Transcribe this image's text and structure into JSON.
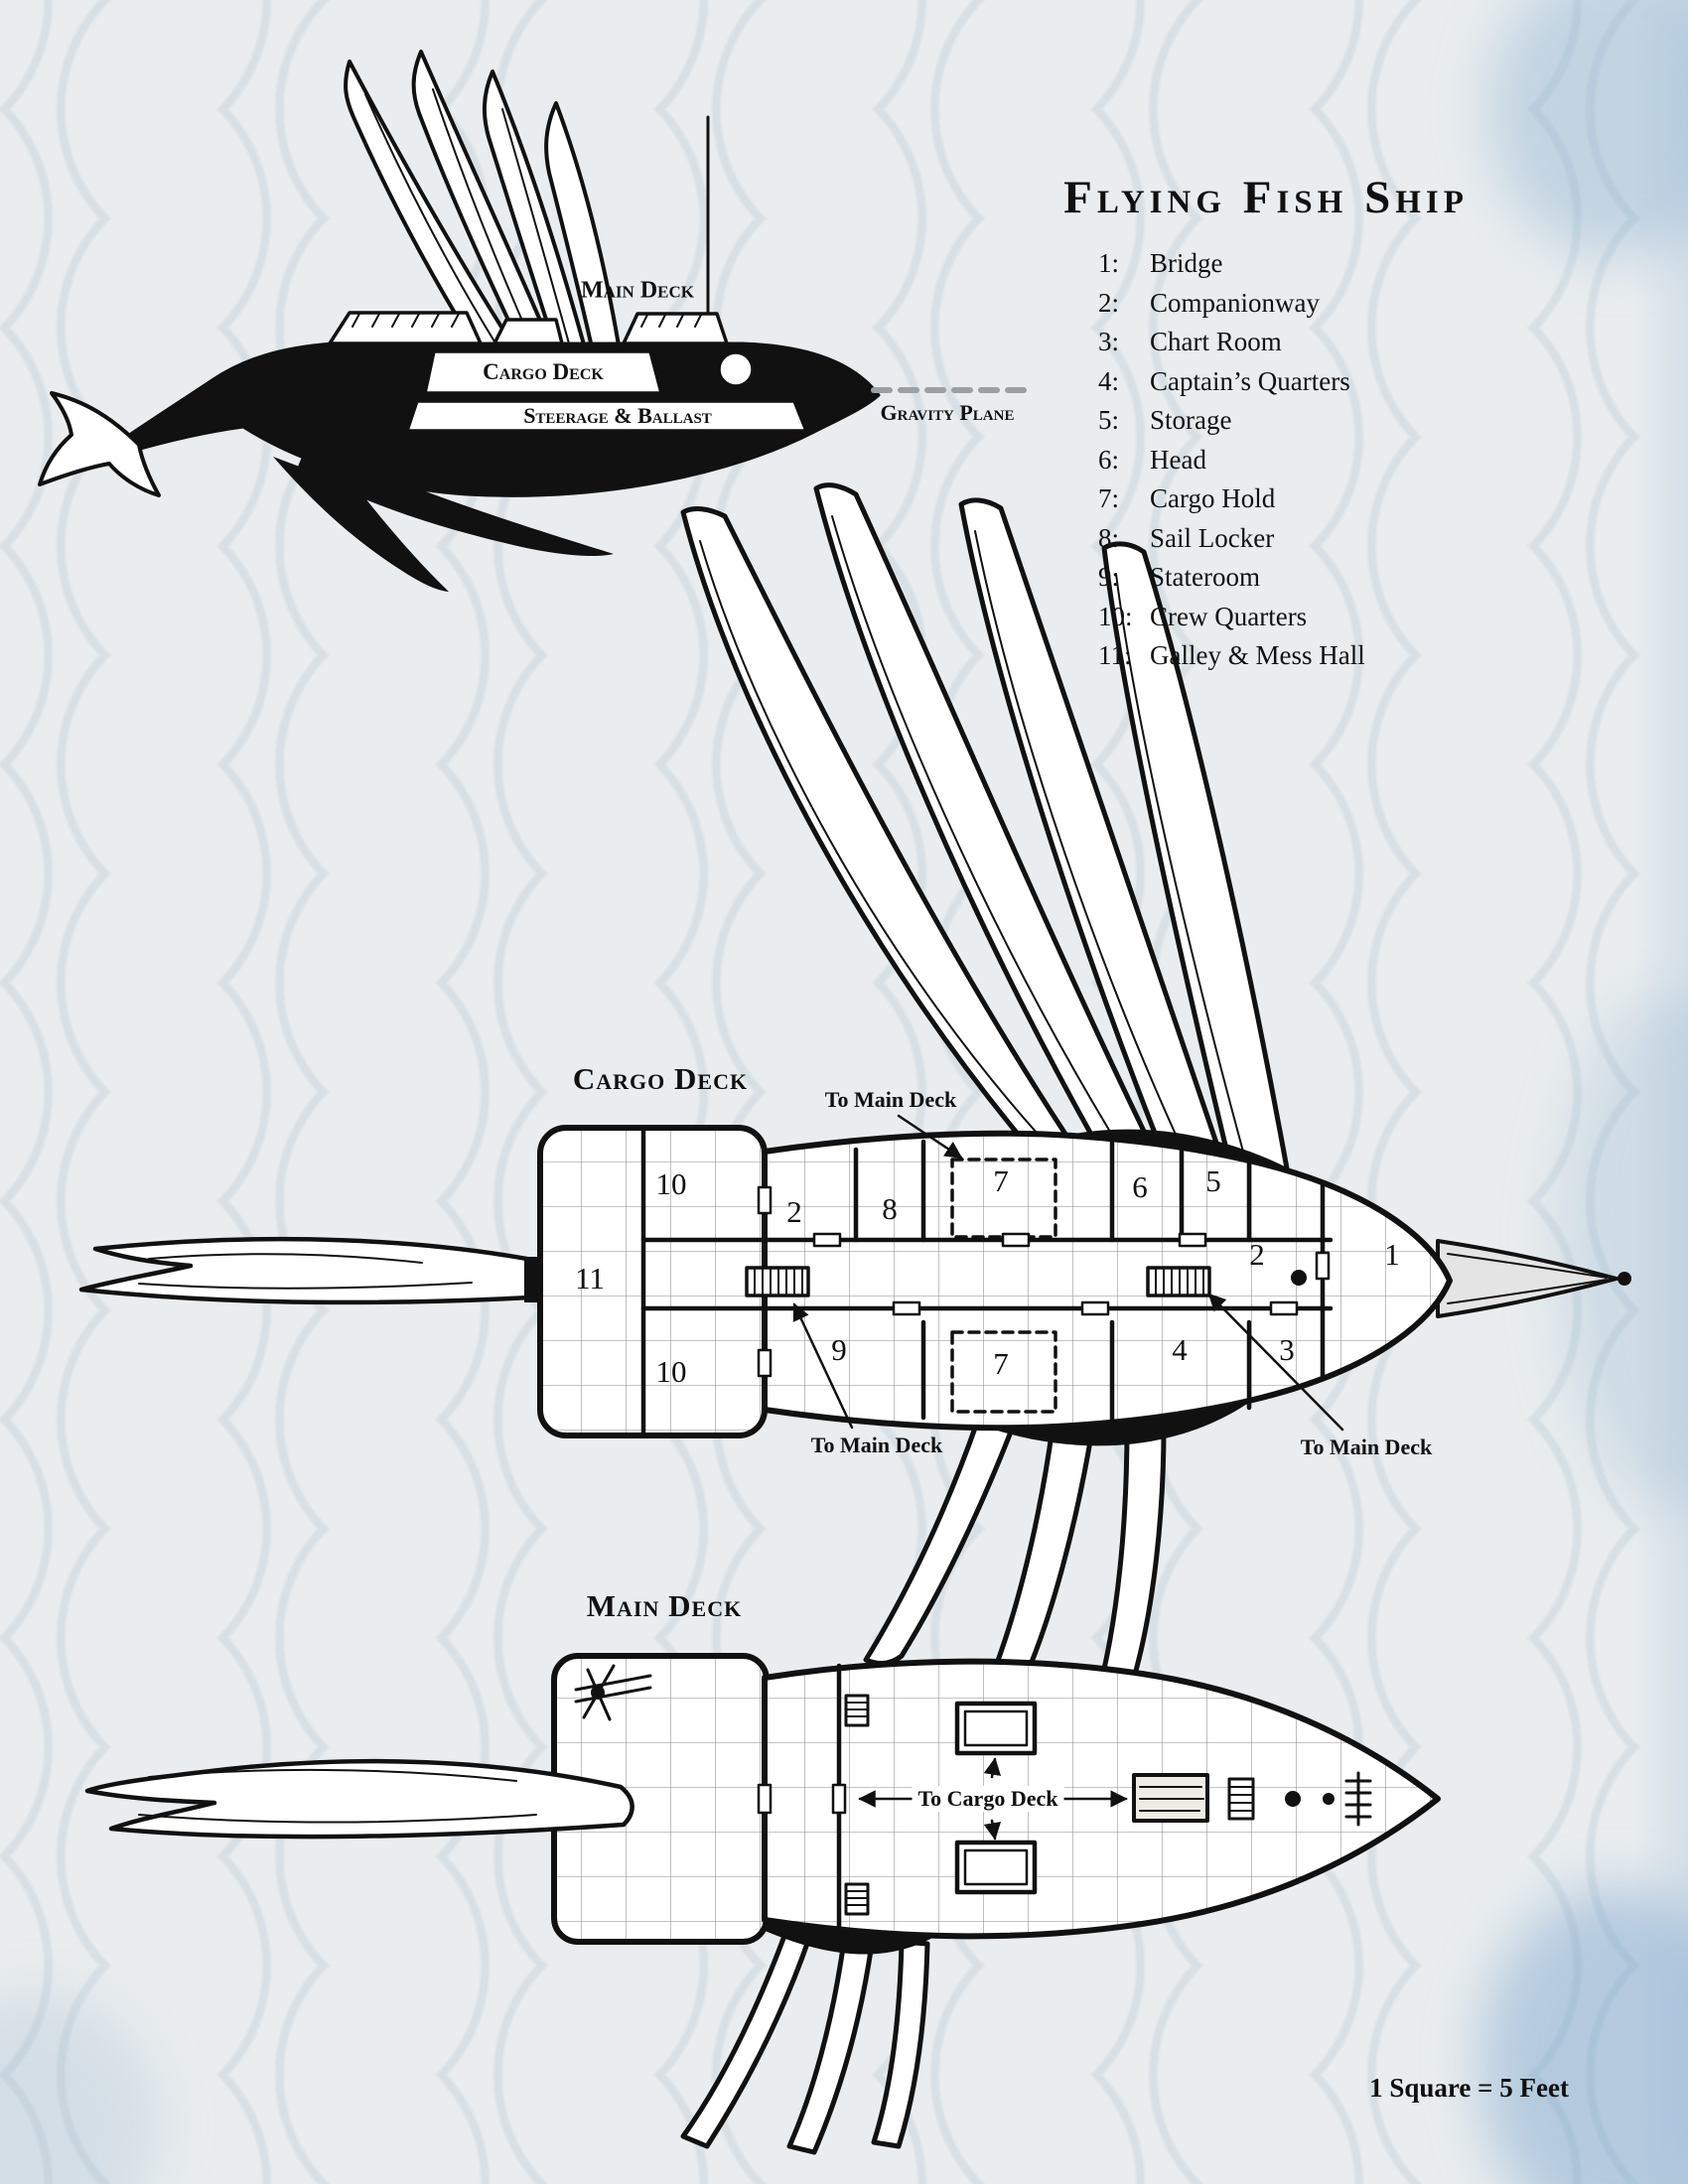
{
  "title": "Flying Fish Ship",
  "legend": [
    {
      "num": "1:",
      "label": "Bridge"
    },
    {
      "num": "2:",
      "label": "Companionway"
    },
    {
      "num": "3:",
      "label": "Chart Room"
    },
    {
      "num": "4:",
      "label": "Captain’s Quarters"
    },
    {
      "num": "5:",
      "label": "Storage"
    },
    {
      "num": "6:",
      "label": "Head"
    },
    {
      "num": "7:",
      "label": "Cargo Hold"
    },
    {
      "num": "8:",
      "label": "Sail Locker"
    },
    {
      "num": "9:",
      "label": "Stateroom"
    },
    {
      "num": "10:",
      "label": "Crew Quarters"
    },
    {
      "num": "11:",
      "label": "Galley & Mess Hall"
    }
  ],
  "side_view": {
    "main_deck": "Main Deck",
    "cargo_deck": "Cargo Deck",
    "steerage": "Steerage & Ballast",
    "gravity_plane": "Gravity Plane"
  },
  "cargo_deck_plan": {
    "title": "Cargo Deck",
    "to_main_deck": "To Main Deck",
    "rooms": [
      "10",
      "2",
      "8",
      "7",
      "6",
      "5",
      "11",
      "2",
      "1",
      "10",
      "9",
      "7",
      "4",
      "3"
    ]
  },
  "main_deck_plan": {
    "title": "Main Deck",
    "to_cargo_deck": "To Cargo Deck"
  },
  "scale_note": "1 Square = 5 Feet",
  "colors": {
    "ink": "#111111",
    "paper": "#e9edef",
    "grid": "#8b8b8b",
    "accent_wash": "#8fb4d4"
  }
}
